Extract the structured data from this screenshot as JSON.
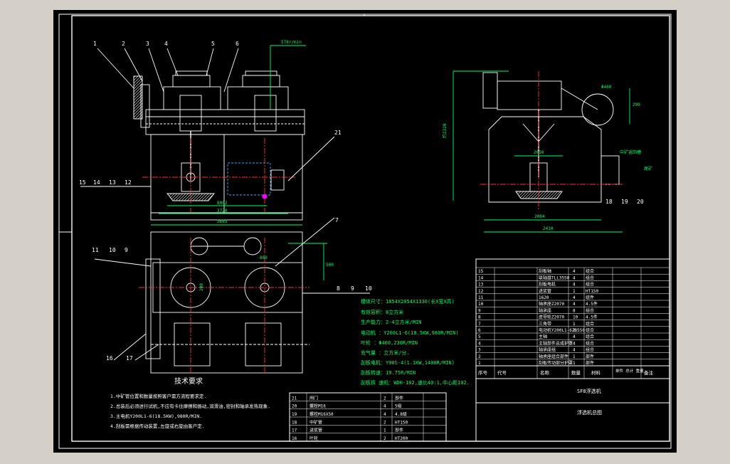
{
  "colors": {
    "background": "#d4d0c8",
    "paper": "#000000",
    "line": "#ffffff",
    "dim": "#00ff66",
    "center": "#ff3030",
    "hidden": "#33aaff",
    "accent": "#ff00ff",
    "text": "#ffffff"
  },
  "leaders": {
    "top": [
      "1",
      "2",
      "3",
      "4",
      "5",
      "6"
    ],
    "left": [
      "15",
      "14",
      "13",
      "12"
    ],
    "right_21": "21",
    "plan_left": [
      "11",
      "10",
      "9"
    ],
    "plan_right_top": "7",
    "plan_right": [
      "8",
      "9",
      "10"
    ],
    "plan_bottom": [
      "16",
      "17"
    ],
    "side_bottom": [
      "18",
      "19",
      "20"
    ]
  },
  "dims": {
    "speed": "578r/min",
    "front_width": "3685",
    "front_inner": "3720",
    "front_small": "8002",
    "side_height": "约2320",
    "side_radius": "Φ460",
    "side_small": "290",
    "side_mid": "2050",
    "side_base": "2084",
    "side_total": "2410",
    "plan_vert": "200",
    "plan_mid": "800",
    "plan_right": "500",
    "discharge": "中矿返回槽",
    "discharge_side": "尾矿"
  },
  "specs": {
    "lines": [
      "槽体尺寸：1854X2054X1330(长X宽X高)",
      "有效容积：8立方米",
      "生产能力：2-4立方米/MIN",
      "电动机  ：Y200L1-6(18.5KW,980R/MIN)",
      "叶轮  ：Φ460,230R/MIN",
      "充气量  ：立方米/分.",
      "刮板电机：Y90S-4(1.1KW,1400R/MIN)",
      "刮板转速：19.75R/MIN",
      "刮板拆 速机：WDH-102,速比40:1,中心距102."
    ]
  },
  "tech": {
    "title": "技术要求",
    "items": [
      "1.中矿管位置和数量按照客户需方流程要求定.",
      "2.总装后必须进行试机,不应有卡住摩擦和振动,润滑油,密封和轴承发热现象.",
      "3.主电机Y200L1-6(18.5KW),980R/MIN.",
      "4.刮板需根据传动装置,左旋或右旋由客户定."
    ]
  },
  "bom": {
    "rows": [
      {
        "no": "15",
        "name": "刮板轴",
        "qty": "4",
        "mat": "组合"
      },
      {
        "no": "14",
        "name": "联轴器TLL3550",
        "qty": "4",
        "mat": "组合"
      },
      {
        "no": "13",
        "name": "刮板电机",
        "qty": "4",
        "mat": "组合"
      },
      {
        "no": "12",
        "name": "进浆管",
        "qty": "1",
        "mat": "HT150"
      },
      {
        "no": "11",
        "name": "1620",
        "qty": "4",
        "mat": "组件"
      },
      {
        "no": "10",
        "name": "轴承座Z2070",
        "qty": "4",
        "mat": "4.5件"
      },
      {
        "no": "9",
        "name": "轴承座",
        "qty": "8",
        "mat": "组合"
      },
      {
        "no": "8",
        "name": "皮带轮Z2070",
        "qty": "10",
        "mat": "4.5件"
      },
      {
        "no": "7",
        "name": "三角带",
        "qty": "1",
        "mat": "组合"
      },
      {
        "no": "6",
        "name": "电动机Y200L1-6ZB550",
        "qty": "2",
        "mat": "组合"
      },
      {
        "no": "5",
        "name": "主轴",
        "qty": "4",
        "mat": "组合"
      },
      {
        "no": "4",
        "name": "主轴部件总成护罩",
        "qty": "4",
        "mat": "组合"
      },
      {
        "no": "3",
        "name": "轴承座组",
        "qty": "4",
        "mat": "组合"
      },
      {
        "no": "2",
        "name": "轴承座组合部件",
        "qty": "1",
        "mat": "部件"
      },
      {
        "no": "1",
        "name": "刮板传动部分护罩",
        "qty": "1",
        "mat": "部件"
      }
    ],
    "header": {
      "no": "序号",
      "code": "代号",
      "name": "名称",
      "qty": "数量",
      "mat": "材料",
      "weight": "单件 总计\n重量",
      "note": "备注"
    },
    "model": "SF8浮选机",
    "drawing": "浮选机总图"
  },
  "bom2": {
    "rows": [
      {
        "no": "21",
        "name": "闸门",
        "qty": "2",
        "mat": "部件"
      },
      {
        "no": "20",
        "name": "螺栓M16",
        "qty": "4",
        "mat": "5级"
      },
      {
        "no": "19",
        "name": "螺栓M16X50",
        "qty": "4",
        "mat": "4.8级"
      },
      {
        "no": "18",
        "name": "中矿管",
        "qty": "2",
        "mat": "HT150"
      },
      {
        "no": "17",
        "name": "进浆管",
        "qty": "1",
        "mat": "部件"
      },
      {
        "no": "16",
        "name": "叶轮",
        "qty": "2",
        "mat": "HT200"
      }
    ]
  }
}
